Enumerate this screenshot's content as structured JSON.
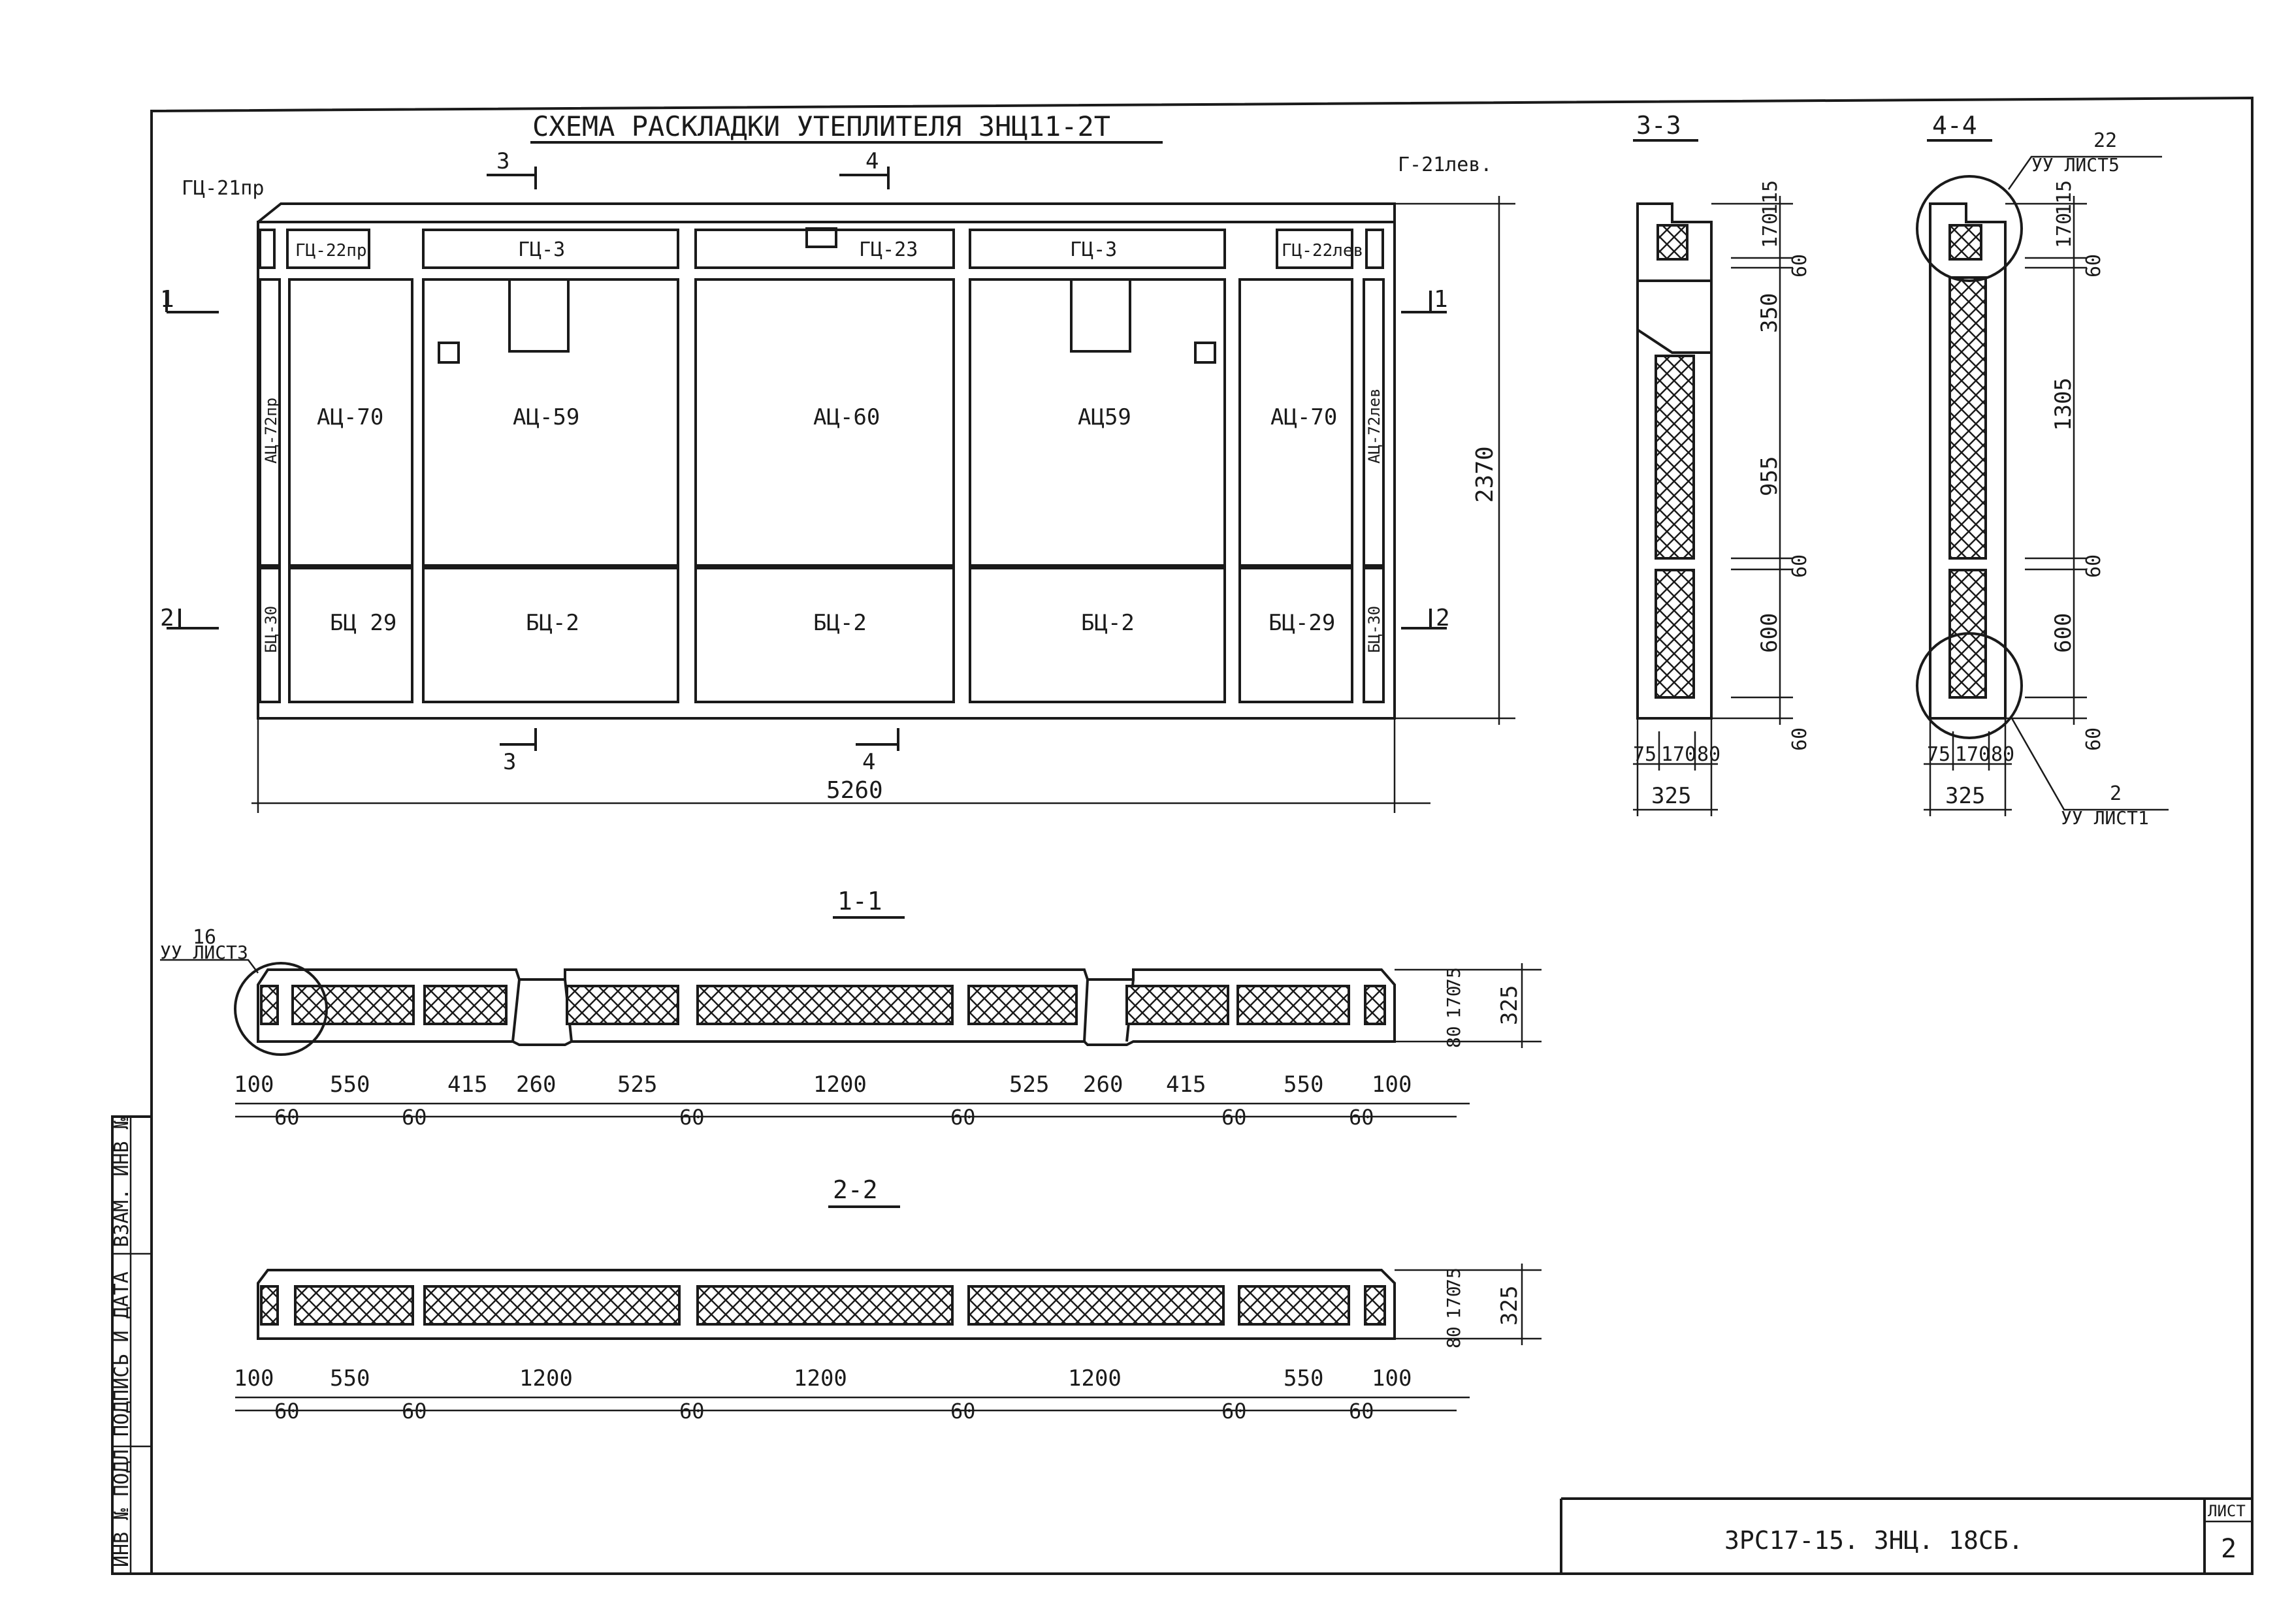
{
  "title": "СХЕМА РАСКЛАДКИ УТЕПЛИТЕЛЯ ЗНЦ11-2Т",
  "section_marks": {
    "s1": "1",
    "s2": "2",
    "s3": "3",
    "s4": "4",
    "s11": "1-1",
    "s22": "2-2",
    "s33": "3-3",
    "s44": "4-4"
  },
  "plan": {
    "corner_left": "ГЦ-21пр",
    "corner_right": "Г-21лев.",
    "top_row": [
      "ГЦ-22пр",
      "ГЦ-3",
      "ГЦ-23",
      "ГЦ-3",
      "ГЦ-22лев"
    ],
    "middle_row": [
      "АЦ-70",
      "АЦ-59",
      "АЦ-60",
      "АЦ59",
      "АЦ-70"
    ],
    "bottom_row": [
      "БЦ 29",
      "БЦ-2",
      "БЦ-2",
      "БЦ-2",
      "БЦ-29"
    ],
    "side_left_top": "АЦ-72пр",
    "side_right_top": "АЦ-72лев",
    "side_left_bottom": "БЦ-30",
    "side_right_bottom": "БЦ-30",
    "dim_height": "2370",
    "dim_width": "5260"
  },
  "section_33": {
    "vdims": [
      "170",
      "115",
      "60",
      "350",
      "955",
      "60",
      "600",
      "60"
    ],
    "hdims": [
      "75",
      "170",
      "80"
    ],
    "total": "325"
  },
  "section_44": {
    "vdims": [
      "170",
      "115",
      "60",
      "1305",
      "60",
      "600",
      "60"
    ],
    "hdims": [
      "75",
      "170",
      "80"
    ],
    "total": "325",
    "callout_top_num": "22",
    "callout_top_ref": "УУ ЛИСТ5",
    "callout_bottom_num": "2",
    "callout_bottom_ref": "УУ ЛИСТ1"
  },
  "section_11": {
    "callout_num": "16",
    "callout_ref": "УУ ЛИСТ3",
    "dims_top": [
      "100",
      "550",
      "415",
      "260",
      "525",
      "1200",
      "525",
      "260",
      "415",
      "550",
      "100"
    ],
    "dims_bottom": [
      "60",
      "60",
      "60",
      "60",
      "60",
      "60"
    ],
    "vdims": [
      "75",
      "170",
      "80"
    ],
    "total": "325"
  },
  "section_22": {
    "dims_top": [
      "100",
      "550",
      "1200",
      "1200",
      "1200",
      "550",
      "100"
    ],
    "dims_bottom": [
      "60",
      "60",
      "60",
      "60",
      "60",
      "60"
    ],
    "vdims": [
      "75",
      "170",
      "80"
    ],
    "total": "325"
  },
  "stamp": {
    "code": "ЗРС17-15. ЗНЦ. 18СБ.",
    "sheet_label": "ЛИСТ",
    "sheet_num": "2"
  },
  "side_stamp": [
    "ИНВ № ПОДЛ",
    "ПОДПИСЬ И ДАТА",
    "ВЗАМ. ИНВ №"
  ]
}
